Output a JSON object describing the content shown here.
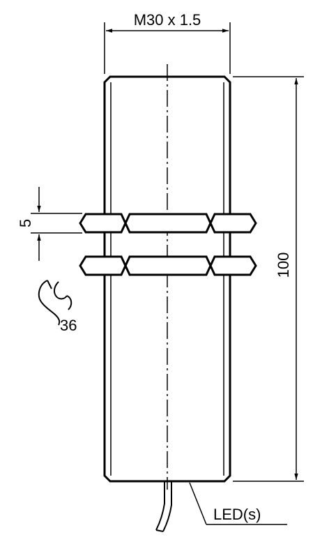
{
  "diagram": {
    "thread_label": "M30 x 1.5",
    "length_label": "100",
    "nut_thickness_label": "5",
    "wrench_size_label": "36",
    "led_label": "LED(s)"
  }
}
